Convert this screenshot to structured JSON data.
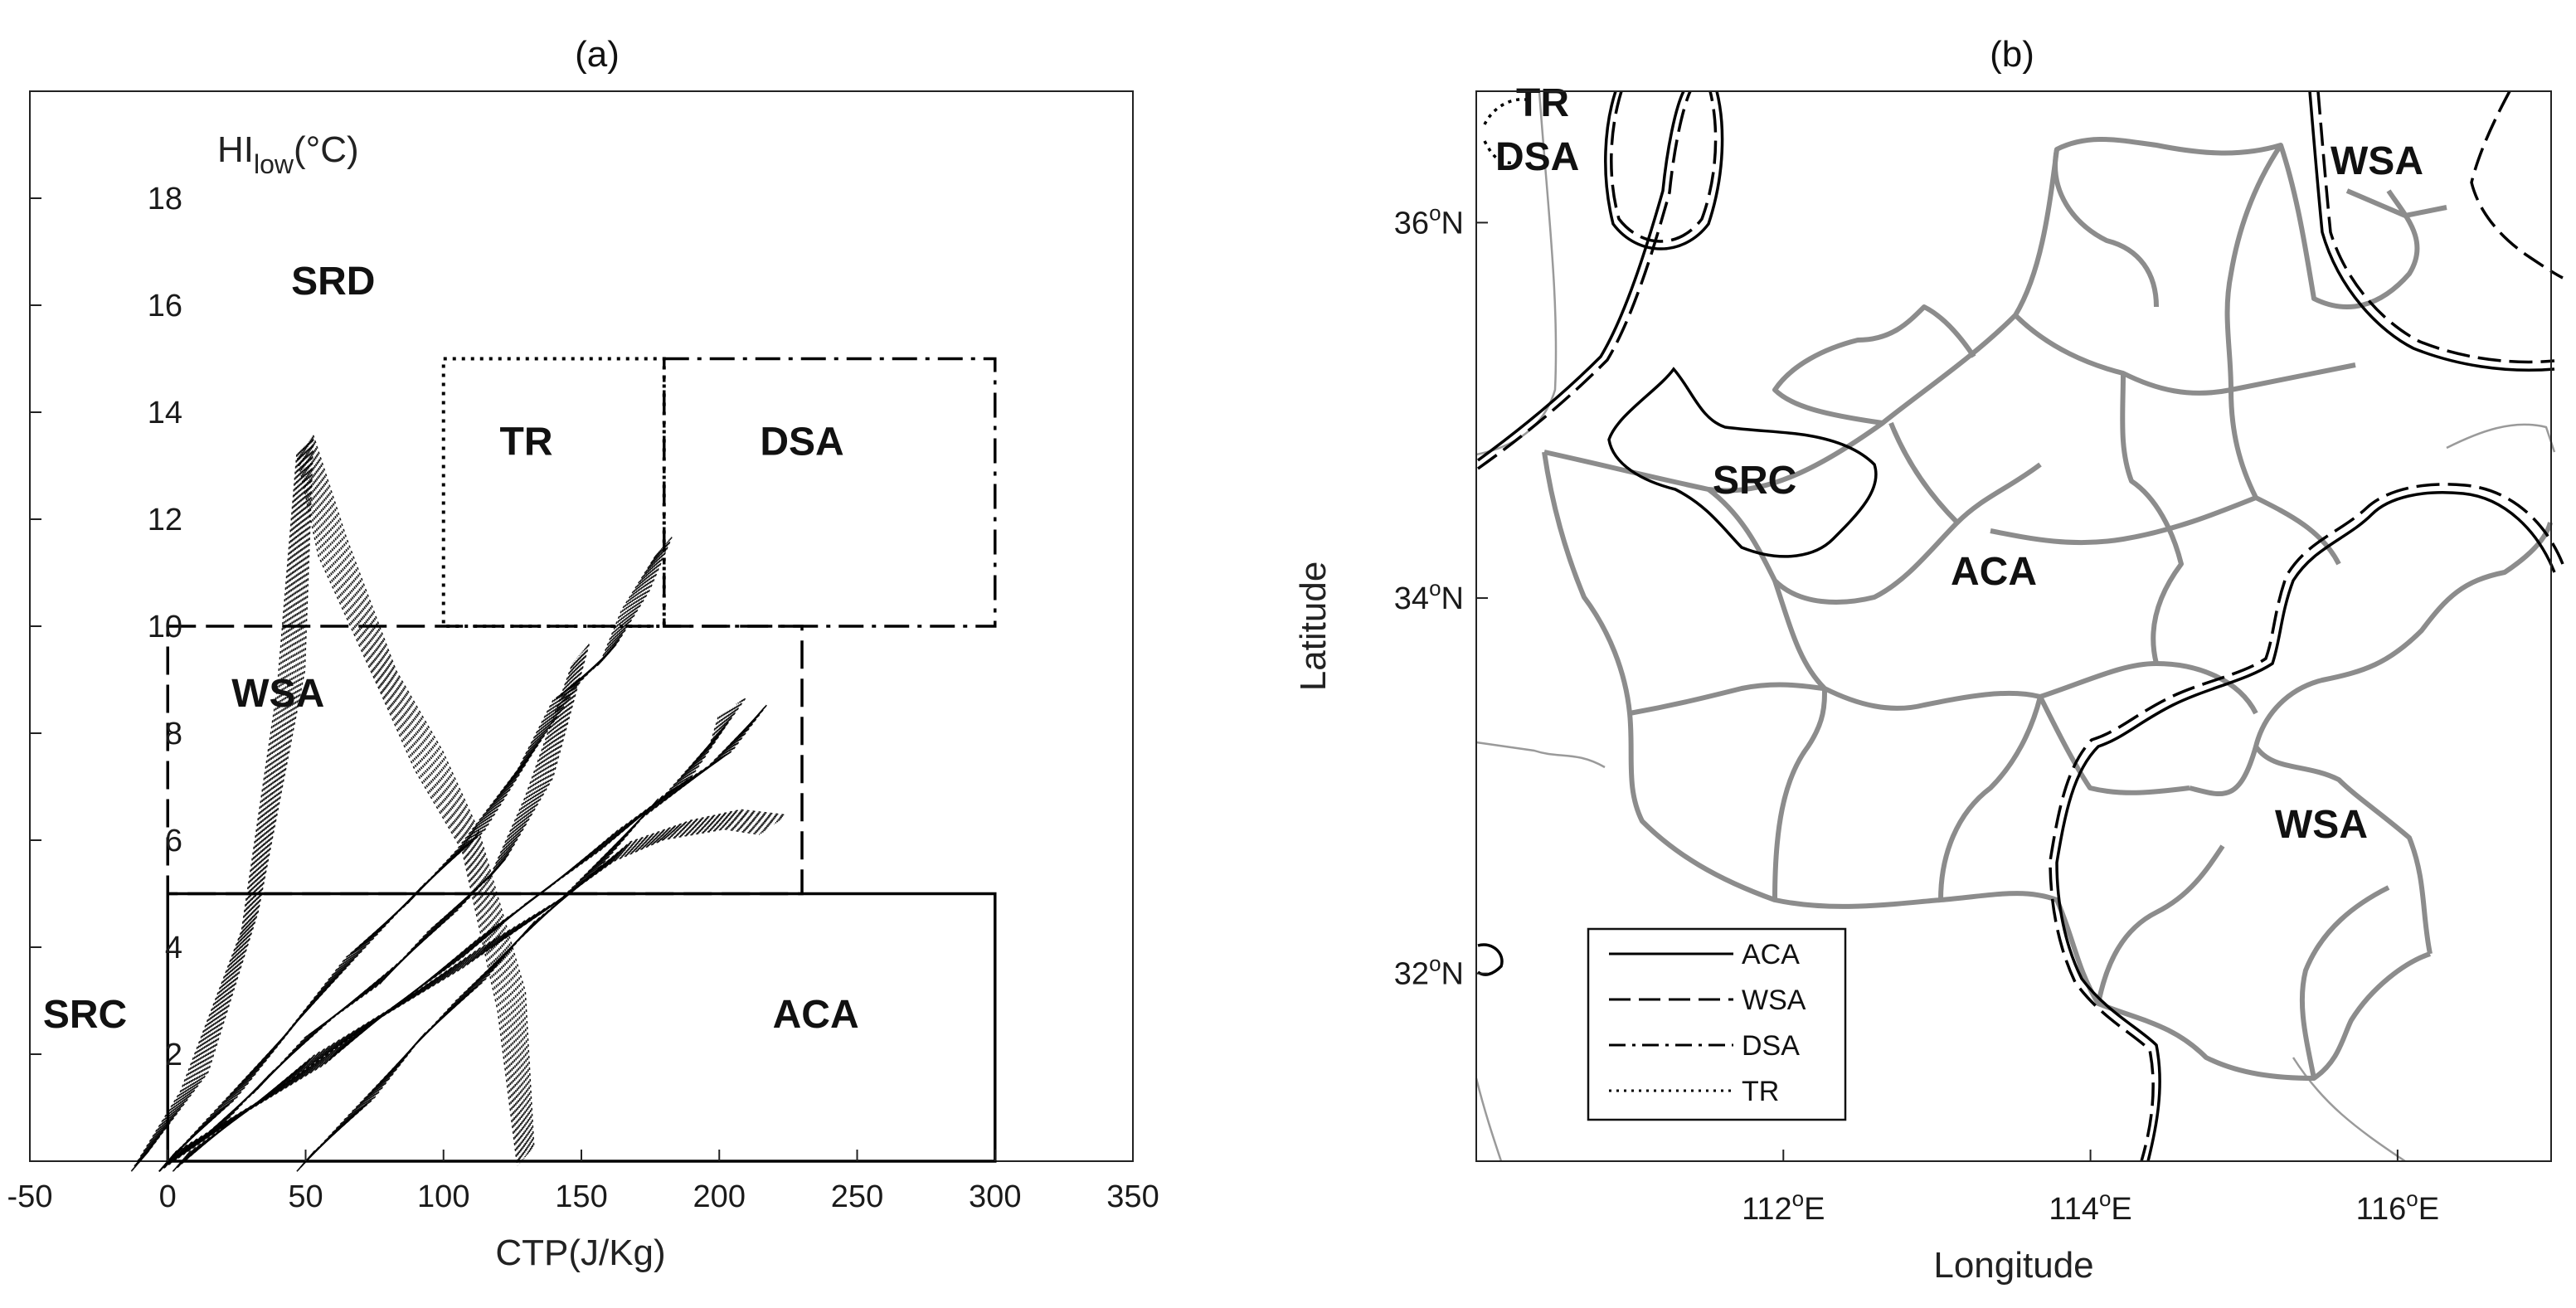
{
  "chart_data": [
    {
      "panel": "(a)",
      "type": "scatter",
      "xlabel": "CTP(J/Kg)",
      "ylabel_main": "HI",
      "ylabel_sub": "low",
      "ylabel_unit": "(°C)",
      "xlim": [
        -50,
        350
      ],
      "ylim": [
        0,
        20
      ],
      "xticks": [
        -50,
        0,
        50,
        100,
        150,
        200,
        250,
        300,
        350
      ],
      "yticks": [
        2,
        4,
        6,
        8,
        10,
        12,
        14,
        16,
        18
      ],
      "grid": false,
      "regions": [
        {
          "name": "ACA",
          "style": "solid",
          "x": [
            0,
            300
          ],
          "y": [
            0,
            5
          ]
        },
        {
          "name": "WSA",
          "style": "dashed",
          "x": [
            0,
            230
          ],
          "y": [
            5,
            10
          ]
        },
        {
          "name": "DSA",
          "style": "dashdot",
          "x": [
            180,
            300
          ],
          "y": [
            10,
            15
          ]
        },
        {
          "name": "TR",
          "style": "dotted",
          "x": [
            100,
            180
          ],
          "y": [
            10,
            15
          ]
        }
      ],
      "region_labels": [
        {
          "text": "SRD",
          "x": 60,
          "y": 16.2
        },
        {
          "text": "TR",
          "x": 130,
          "y": 13.2
        },
        {
          "text": "DSA",
          "x": 230,
          "y": 13.2
        },
        {
          "text": "WSA",
          "x": 40,
          "y": 8.5
        },
        {
          "text": "SRC",
          "x": -30,
          "y": 2.5
        },
        {
          "text": "ACA",
          "x": 235,
          "y": 2.5
        }
      ],
      "traces": [
        {
          "x": [
            -10,
            10,
            30,
            45,
            50,
            60,
            80,
            95,
            110,
            125,
            130
          ],
          "y": [
            0,
            1.5,
            4.5,
            9.0,
            13.4,
            11.5,
            9.0,
            7.5,
            6.0,
            3.0,
            0.1
          ]
        },
        {
          "x": [
            0,
            20,
            45,
            70,
            90,
            110,
            130,
            145,
            160,
            170,
            180
          ],
          "y": [
            0,
            1.0,
            2.5,
            4.0,
            5.0,
            6.0,
            7.5,
            8.8,
            9.5,
            10.5,
            11.5
          ]
        },
        {
          "x": [
            0,
            30,
            60,
            85,
            110,
            135,
            160,
            185,
            200,
            205
          ],
          "y": [
            0,
            1.0,
            2.0,
            3.0,
            4.0,
            5.0,
            6.0,
            7.0,
            8.0,
            8.5
          ]
        },
        {
          "x": [
            5,
            25,
            50,
            80,
            110,
            140,
            165,
            185,
            205,
            220
          ],
          "y": [
            0,
            0.8,
            1.8,
            2.8,
            3.8,
            4.8,
            5.8,
            6.2,
            6.4,
            6.3
          ]
        },
        {
          "x": [
            50,
            70,
            90,
            110,
            130,
            150,
            175,
            200,
            215
          ],
          "y": [
            0,
            1.0,
            2.2,
            3.2,
            4.3,
            5.2,
            6.6,
            7.5,
            8.4
          ]
        },
        {
          "x": [
            0,
            15,
            35,
            55,
            80,
            100,
            120,
            135,
            150
          ],
          "y": [
            0,
            0.5,
            1.5,
            2.5,
            3.5,
            4.5,
            5.5,
            7.0,
            9.5
          ]
        }
      ]
    },
    {
      "panel": "(b)",
      "type": "map",
      "xlabel": "Longitude",
      "ylabel": "Latitude",
      "lon_range": [
        110,
        117
      ],
      "lat_range": [
        31,
        36.7
      ],
      "lon_ticks": [
        {
          "value": 112,
          "label": "112",
          "hemi": "E"
        },
        {
          "value": 114,
          "label": "114",
          "hemi": "E"
        },
        {
          "value": 116,
          "label": "116",
          "hemi": "E"
        }
      ],
      "lat_ticks": [
        {
          "value": 32,
          "label": "32",
          "hemi": "N"
        },
        {
          "value": 34,
          "label": "34",
          "hemi": "N"
        },
        {
          "value": 36,
          "label": "36",
          "hemi": "N"
        }
      ],
      "region_labels": [
        {
          "text": "TR",
          "lon": 110.4,
          "lat": 36.5
        },
        {
          "text": "DSA",
          "lon": 110.4,
          "lat": 36.3
        },
        {
          "text": "WSA",
          "lon": 115.9,
          "lat": 36.3
        },
        {
          "text": "SRC",
          "lon": 111.9,
          "lat": 34.6
        },
        {
          "text": "ACA",
          "lon": 113.2,
          "lat": 34.1
        },
        {
          "text": "WSA",
          "lon": 115.7,
          "lat": 32.9
        }
      ],
      "legend": {
        "position": "bottom-left",
        "entries": [
          {
            "label": "ACA",
            "style": "solid"
          },
          {
            "label": "WSA",
            "style": "dashed"
          },
          {
            "label": "DSA",
            "style": "dashdot"
          },
          {
            "label": "TR",
            "style": "dotted"
          }
        ]
      },
      "colors": {
        "boundaries": "#8c8c8c",
        "contours": "#000000"
      }
    }
  ]
}
